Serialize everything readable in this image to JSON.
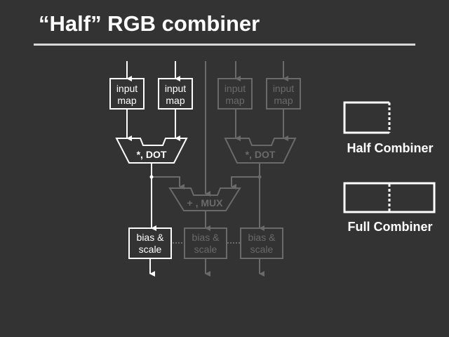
{
  "title": "“Half” RGB combiner",
  "diagram": {
    "input_map_label": [
      "input",
      "map"
    ],
    "dot_label": "*, DOT",
    "mux_label": "+ , MUX",
    "bias_label": [
      "bias &",
      "scale"
    ],
    "half_combiner_label": "Half Combiner",
    "full_combiner_label": "Full Combiner"
  },
  "colors": {
    "active": "#ffffff",
    "inactive": "#6a6a6a",
    "background": "#333333"
  }
}
